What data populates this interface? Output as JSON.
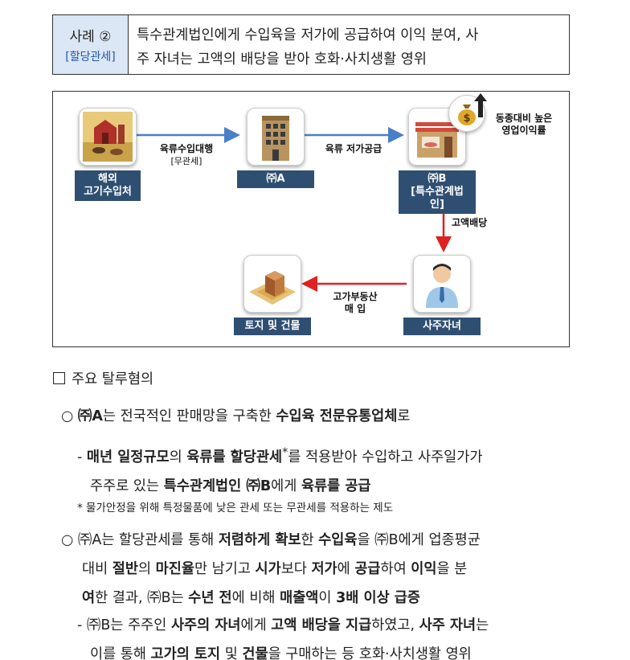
{
  "case": {
    "tag": "사례 ②",
    "tag_sub": "[할당관세]",
    "line1": "특수관계법인에게 수입육을 저가에 공급하여 이익 분여, 사",
    "line2": "주 자녀는 고액의 배당을 받아 호화·사치생활 영위"
  },
  "diagram": {
    "nodes": {
      "overseas_line1": "해외",
      "overseas_line2": "고기수입처",
      "a_label": "㈜A",
      "b_line1": "㈜B",
      "b_line2": "[특수관계법인]",
      "child_label": "사주자녀",
      "land_label": "토지 및 건물"
    },
    "edges": {
      "import_line1": "육류수입대행",
      "import_line2": "[무관세]",
      "supply": "육류 저가공급",
      "dividend": "고액배당",
      "purchase_line1": "고가부동산",
      "purchase_line2": "매 입"
    },
    "profit_line1": "동종대비 높은",
    "profit_line2": "영업이익률"
  },
  "section": {
    "title": "주요 탈루혐의"
  },
  "p1": {
    "bullet": "○",
    "s1": "㈜A",
    "s2": "는 전국적인 판매망을 구축한 ",
    "s3": "수입육 전문유통업체",
    "s4": "로"
  },
  "p2": {
    "dash": "-",
    "s1": "매년 일정규모",
    "s2": "의 ",
    "s3": "육류를 할당관세",
    "s4": "*",
    "s5": "를 적용받아 수입하고 사주일가가",
    "s6": "주주로 있는 ",
    "s7": "특수관계법인 ㈜B",
    "s8": "에게 ",
    "s9": "육류를 공급"
  },
  "note": "* 물가안정을 위해 특정물품에 낮은 관세 또는 무관세를 적용하는 제도",
  "p3": {
    "bullet": "○",
    "s1": "㈜A는 할당관세를 통해 ",
    "s2": "저렴하게 확보",
    "s3": "한 ",
    "s4": "수입육",
    "s5": "을 ㈜B에게 업종평균",
    "s6": "대비 ",
    "s7": "절반",
    "s8": "의 ",
    "s9": "마진율",
    "s10": "만 남기고 ",
    "s11": "시가",
    "s12": "보다 ",
    "s13": "저가",
    "s14": "에 ",
    "s15": "공급",
    "s16": "하여 ",
    "s17": "이익",
    "s18": "을 분",
    "s19": "여",
    "s20": "한 결과, ㈜B는 ",
    "s21": "수년 전",
    "s22": "에 비해 ",
    "s23": "매출액",
    "s24": "이 ",
    "s25": "3배 이상 급증"
  },
  "p4": {
    "dash": "-",
    "s1": "㈜B는 주주인 ",
    "s2": "사주의 자녀",
    "s3": "에게 ",
    "s4": "고액 배당을 지급",
    "s5": "하였고, ",
    "s6": "사주 자녀",
    "s7": "는",
    "s8": "이를 통해 ",
    "s9": "고가의 토지",
    "s10": " 및 ",
    "s11": "건물",
    "s12": "을 구매하는 등 호화·사치생활 영위"
  }
}
